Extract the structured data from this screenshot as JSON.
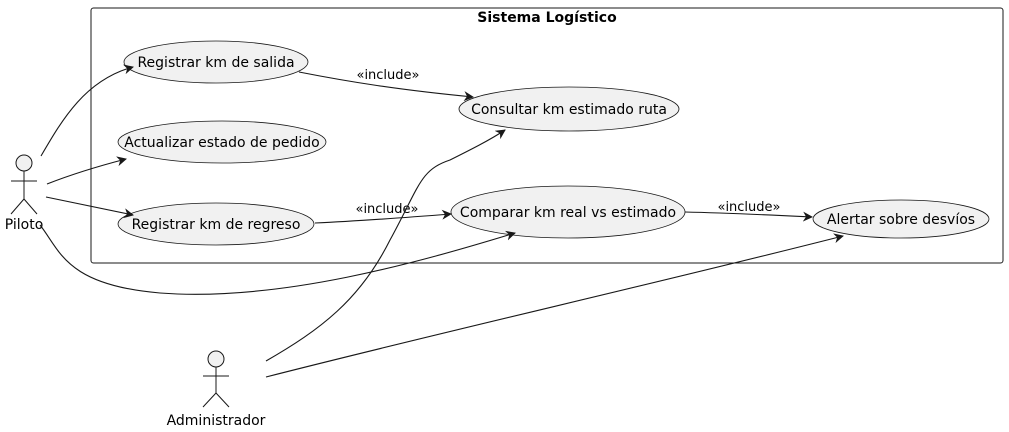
{
  "system": {
    "title": "Sistema Logístico"
  },
  "actors": {
    "piloto": "Piloto",
    "administrador": "Administrador"
  },
  "use_cases": {
    "registrar_salida": "Registrar km de salida",
    "actualizar_estado": "Actualizar estado de pedido",
    "registrar_regreso": "Registrar km de regreso",
    "consultar_km": "Consultar km estimado ruta",
    "comparar_km": "Comparar km real vs estimado",
    "alertar_desvios": "Alertar sobre desvíos"
  },
  "relations": {
    "include_label": "«include»"
  },
  "colors": {
    "shape_fill": "#f1f1f1",
    "stroke": "#181818",
    "background": "#ffffff"
  }
}
